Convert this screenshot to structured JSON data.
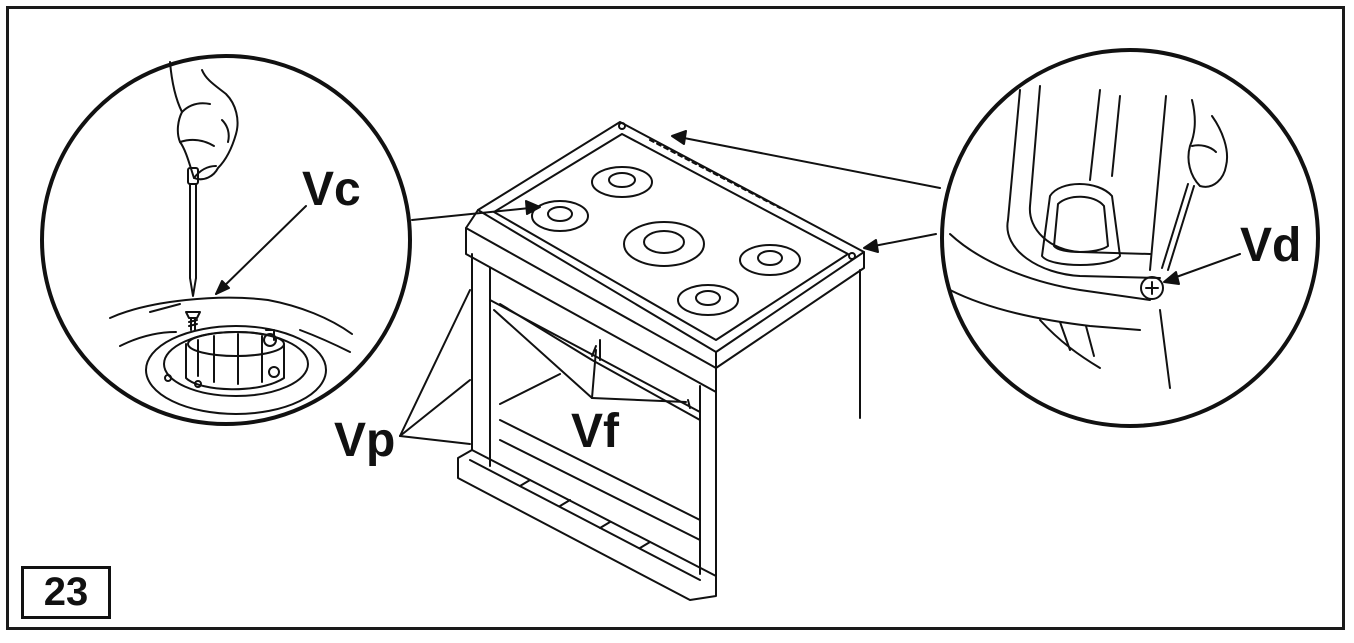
{
  "figure": {
    "number": "23"
  },
  "labels": {
    "vc": "Vc",
    "vd": "Vd",
    "vp": "Vp",
    "vf": "Vf"
  },
  "colors": {
    "ink": "#111111",
    "paper": "#ffffff"
  },
  "icons": [
    "hand-icon",
    "screwdriver-icon",
    "screw-icon",
    "burner-base-icon",
    "cooktop-icon"
  ]
}
